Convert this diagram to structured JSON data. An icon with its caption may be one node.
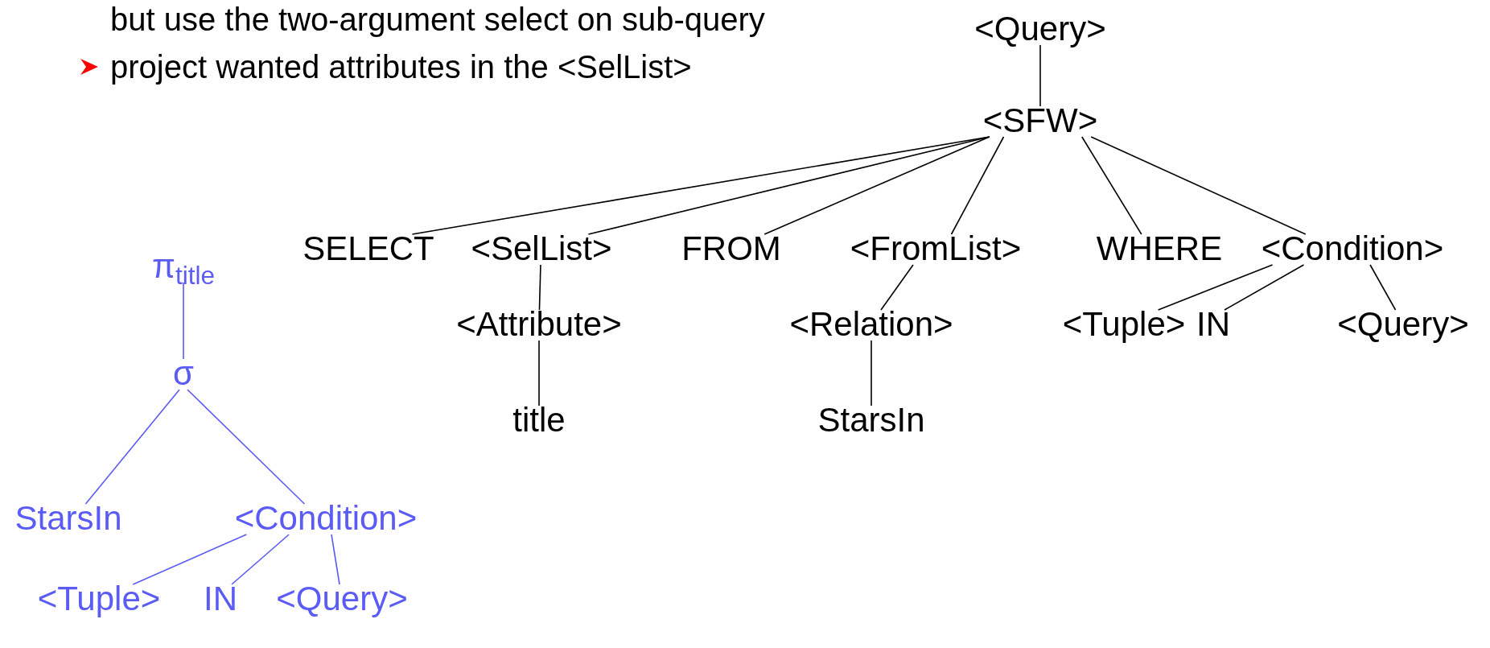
{
  "diagram": {
    "nodes": [
      {
        "text": [
          "<Query>"
        ]
      },
      {
        "text": [
          "<SFW>"
        ]
      },
      {
        "text": [
          "SELECT"
        ]
      },
      {
        "text": [
          "<SelList>"
        ]
      },
      {
        "text": [
          "FROM"
        ]
      },
      {
        "text": [
          "<FromList>"
        ]
      },
      {
        "text": [
          "WHERE"
        ]
      },
      {
        "text": [
          "<Condition>"
        ]
      },
      {
        "text": [
          "<Attribute>"
        ]
      },
      {
        "text": [
          "<Relation>"
        ]
      },
      {
        "text": [
          "<Tuple>"
        ]
      },
      {
        "text": [
          "IN"
        ]
      },
      {
        "text": [
          "<Query>"
        ]
      },
      {
        "text": [
          "title"
        ]
      },
      {
        "text": [
          "StarsIn"
        ]
      },
      {
        "text": [
          "π$_{title}$"
        ]
      },
      {
        "text": [
          "σ"
        ]
      },
      {
        "text": [
          "StarsIn"
        ]
      },
      {
        "text": [
          "<Condition>"
        ]
      },
      {
        "text": [
          "<Tuple>"
        ]
      },
      {
        "text": [
          "IN"
        ]
      },
      {
        "text": [
          "<Query>"
        ]
      }
    ],
    "edges": [
      {
        "from": 0,
        "to": 1,
        "arrow": "none"
      },
      {
        "from": 1,
        "to": 2,
        "arrow": "none"
      },
      {
        "from": 1,
        "to": 3,
        "arrow": "none"
      },
      {
        "from": 1,
        "to": 4,
        "arrow": "none"
      },
      {
        "from": 1,
        "to": 5,
        "arrow": "none"
      },
      {
        "from": 1,
        "to": 6,
        "arrow": "none"
      },
      {
        "from": 1,
        "to": 7,
        "arrow": "none"
      },
      {
        "from": 3,
        "to": 8,
        "arrow": "none"
      },
      {
        "from": 5,
        "to": 9,
        "arrow": "none"
      },
      {
        "from": 7,
        "to": 10,
        "arrow": "none"
      },
      {
        "from": 7,
        "to": 11,
        "arrow": "none"
      },
      {
        "from": 7,
        "to": 12,
        "arrow": "none"
      },
      {
        "from": 8,
        "to": 13,
        "arrow": "none"
      },
      {
        "from": 9,
        "to": 14,
        "arrow": "none"
      },
      {
        "from": 15,
        "to": 16,
        "arrow": "none",
        "color": "#5b5bf5"
      },
      {
        "from": 16,
        "to": 17,
        "arrow": "none",
        "color": "#5b5bf5"
      },
      {
        "from": 16,
        "to": 18,
        "arrow": "none",
        "color": "#5b5bf5"
      },
      {
        "from": 18,
        "to": 19,
        "arrow": "none",
        "color": "#5b5bf5"
      },
      {
        "from": 18,
        "to": 20,
        "arrow": "none",
        "color": "#5b5bf5"
      },
      {
        "from": 18,
        "to": 21,
        "arrow": "none",
        "color": "#5b5bf5"
      }
    ],
    "labels": [
      "but use the two-argument select on sub-query",
      "project wanted attributes in the <SelList>"
    ]
  }
}
